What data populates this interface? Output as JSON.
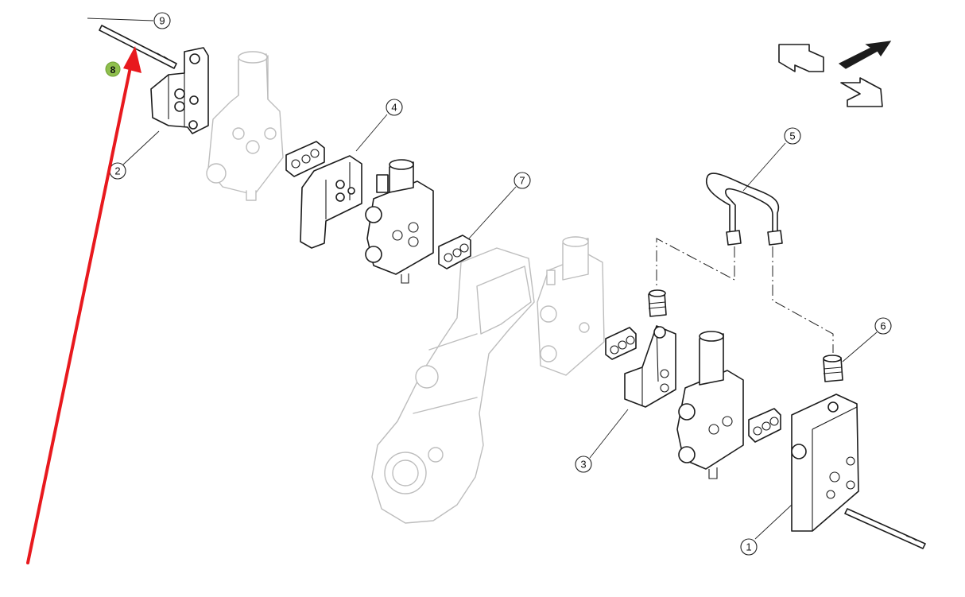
{
  "diagram": {
    "callouts": [
      {
        "id": "callout-1",
        "label": "1"
      },
      {
        "id": "callout-2",
        "label": "2"
      },
      {
        "id": "callout-3",
        "label": "3"
      },
      {
        "id": "callout-4",
        "label": "4"
      },
      {
        "id": "callout-5",
        "label": "5"
      },
      {
        "id": "callout-6",
        "label": "6"
      },
      {
        "id": "callout-7",
        "label": "7"
      },
      {
        "id": "callout-8",
        "label": "8"
      },
      {
        "id": "callout-9",
        "label": "9"
      }
    ],
    "highlighted_callout": "8",
    "highlight_color": "#8fbf4d",
    "arrow_color": "#e8191e",
    "icons": [
      "direction-arrows-icon",
      "pointer-arrow-icon"
    ]
  }
}
